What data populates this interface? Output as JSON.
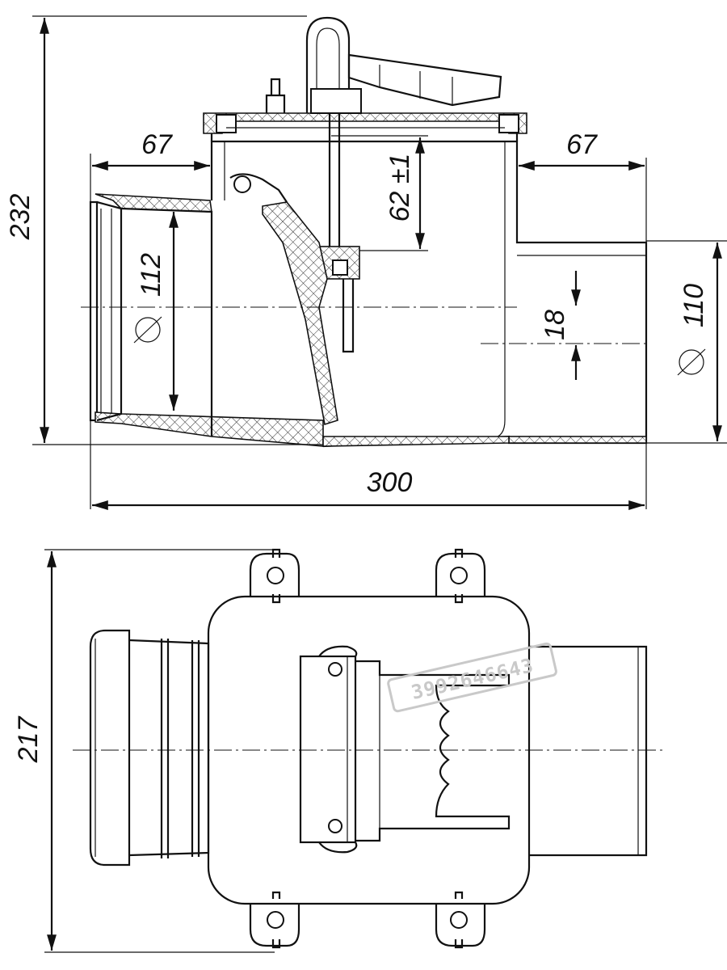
{
  "dimensions": {
    "height_side": "232",
    "left_socket": "67",
    "right_spigot": "67",
    "damper_gap": "62 ±1",
    "inlet_diameter": "112",
    "outlet_diameter": "110",
    "offset": "18",
    "overall_length": "300",
    "height_top": "217"
  },
  "watermark": "3992646643"
}
